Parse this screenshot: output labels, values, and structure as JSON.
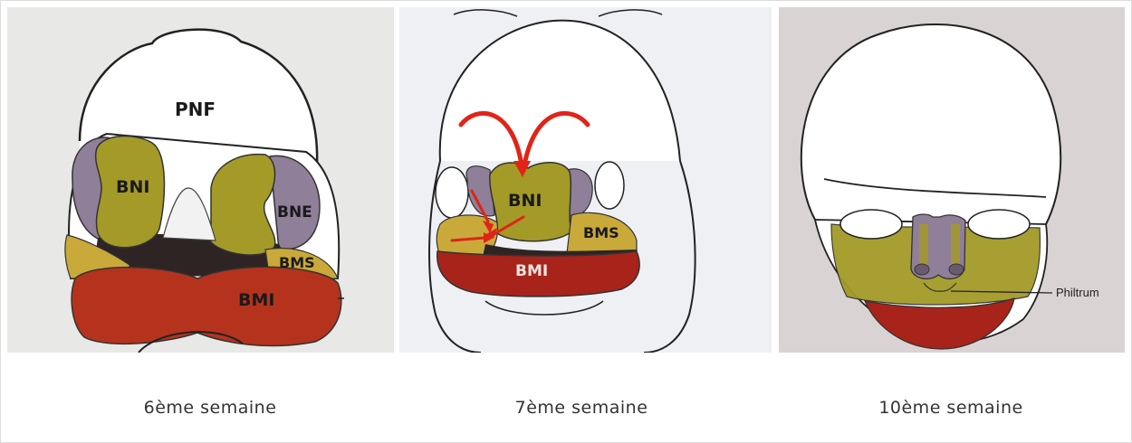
{
  "panels": [
    {
      "labels": {
        "pnf": "PNF",
        "bni": "BNI",
        "bne": "BNE",
        "bms": "BMS",
        "bmi": "BMI"
      },
      "caption": "6ème semaine"
    },
    {
      "labels": {
        "bni": "BNI",
        "bms": "BMS",
        "bmi": "BMI"
      },
      "caption": "7ème semaine"
    },
    {
      "labels": {
        "philtrum": "Philtrum"
      },
      "caption": "10ème semaine"
    }
  ],
  "colors": {
    "bni": "#a39a28",
    "bne": "#8f7f98",
    "bms": "#c9a93a",
    "bmi": "#b5331c",
    "stomodeum": "#2e2424",
    "arrow": "#e02418",
    "outline": "#222222"
  }
}
